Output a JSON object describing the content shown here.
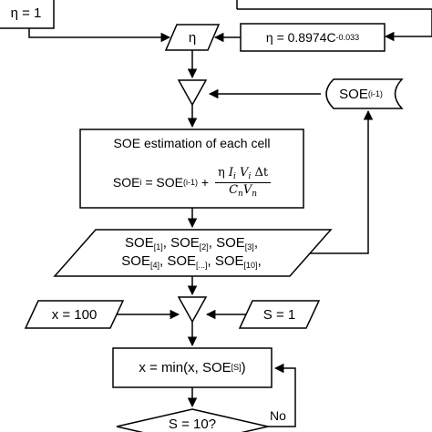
{
  "nodes": {
    "eta_init": {
      "text": "η = 1"
    },
    "eta_formula": {
      "prefix": "η = 0.8974C",
      "exponent": "-0.033"
    },
    "eta_io": {
      "text": "η"
    },
    "soe_prev": {
      "prefix": "SOE",
      "sub": "(i-1)"
    },
    "estimation": {
      "title": "SOE estimation of each cell",
      "lhs": "SOE",
      "lhs_sub": "i",
      "eq": " = SOE",
      "prev_sub": "(i-1)",
      "plus": " + ",
      "num_eta": "η ",
      "num_i": "I",
      "num_i_sub": "i",
      "num_v": " V",
      "num_v_sub": "i",
      "num_dt": " Δt",
      "den_c": "C",
      "den_c_sub": "n",
      "den_v": "V",
      "den_v_sub": "n"
    },
    "soe_list": {
      "line1": [
        {
          "t": "SOE",
          "s": "[1]",
          "sep": ", "
        },
        {
          "t": "SOE",
          "s": "[2]",
          "sep": ", "
        },
        {
          "t": "SOE",
          "s": "[3]",
          "sep": ","
        }
      ],
      "line2": [
        {
          "t": "SOE",
          "s": "[4]",
          "sep": ", "
        },
        {
          "t": "SOE",
          "s": "[...]",
          "sep": ", "
        },
        {
          "t": "SOE",
          "s": "[10]",
          "sep": ","
        }
      ]
    },
    "x_init": {
      "text": "x = 100"
    },
    "s_init": {
      "text": "S = 1"
    },
    "min_box": {
      "prefix": "x = min(x, SOE",
      "sub": "[S]",
      "suffix": ")"
    },
    "decision": {
      "text": "S = 10?"
    }
  },
  "edge_labels": {
    "no": "No"
  }
}
